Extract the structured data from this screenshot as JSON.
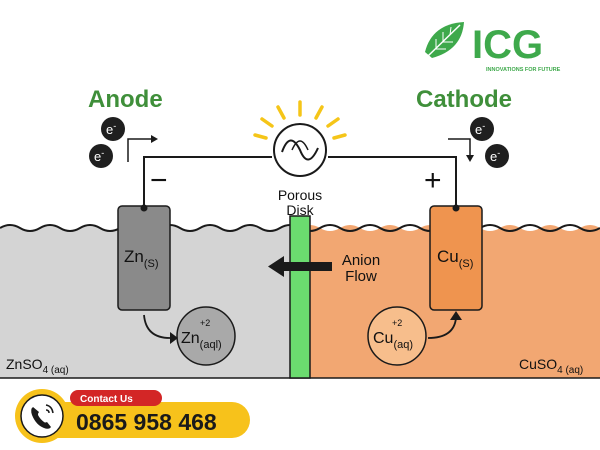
{
  "brand": {
    "name": "ICG",
    "tagline": "INNOVATIONS FOR FUTURE"
  },
  "labels": {
    "anode": "Anode",
    "cathode": "Cathode",
    "electron": "e",
    "electron_sup": "-",
    "minus": "−",
    "plus": "+",
    "porous_1": "Porous",
    "porous_2": "Disk",
    "anion_1": "Anion",
    "anion_2": "Flow",
    "zn_electrode": "Zn",
    "zn_electrode_sub": "(S)",
    "cu_electrode": "Cu",
    "cu_electrode_sub": "(S)",
    "zn_ion": "Zn",
    "zn_ion_sub": "(aql)",
    "zn_ion_sup": "+2",
    "cu_ion": "Cu",
    "cu_ion_sub": "(aq)",
    "cu_ion_sup": "+2",
    "znso4": "ZnSO",
    "znso4_sub": "4 (aq)",
    "cuso4": "CuSO",
    "cuso4_sub": "4 (aq)"
  },
  "contact": {
    "label": "Contact Us",
    "phone": "0865 958 468"
  },
  "colors": {
    "anode_text": "#3f8f3a",
    "brand_green": "#3ea94b",
    "left_solution": "#d4d4d4",
    "right_solution": "#f2a772",
    "disk": "#6bdc6f",
    "zn_electrode": "#8a8a8a",
    "cu_electrode": "#ef944f",
    "phone_yellow": "#f7c21b",
    "contact_red": "#d32626"
  }
}
